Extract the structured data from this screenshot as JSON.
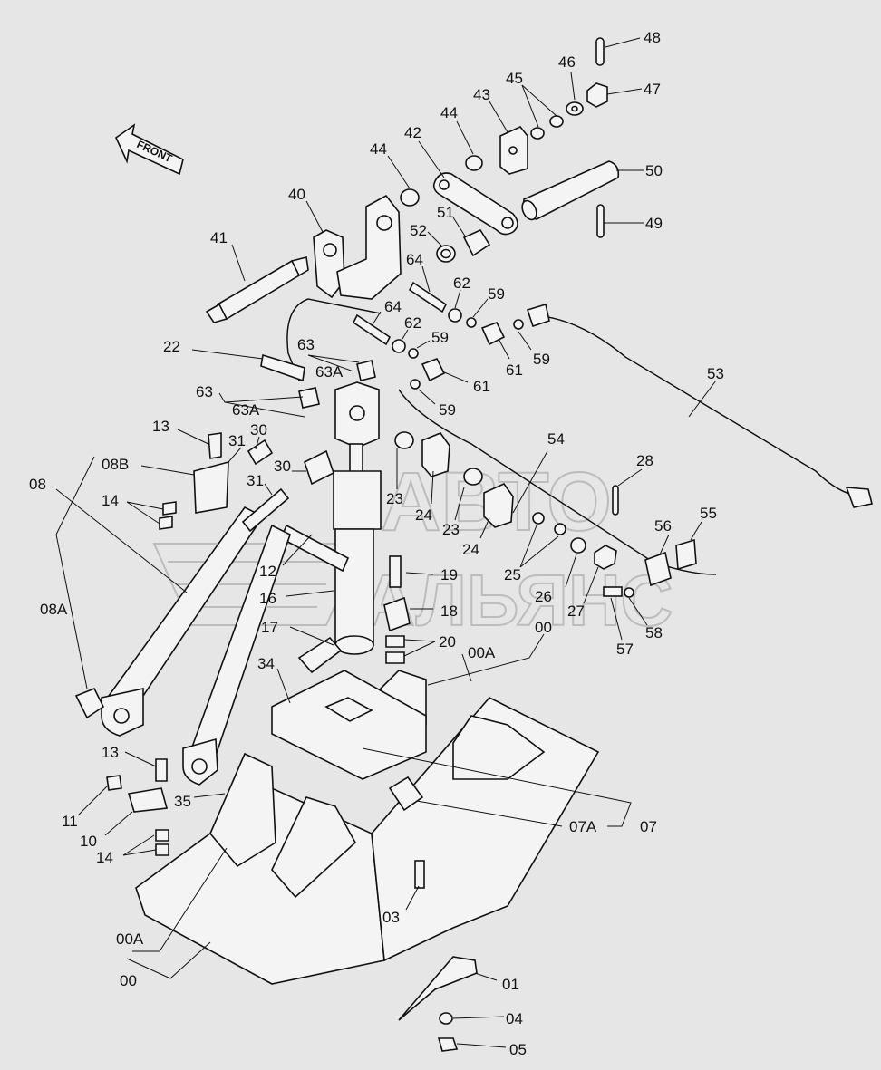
{
  "front_label": "FRONT",
  "watermark": {
    "line1": "АВТО",
    "line2": "АЛЬЯНС"
  },
  "labels": [
    {
      "id": "48",
      "text": "48"
    },
    {
      "id": "47",
      "text": "47"
    },
    {
      "id": "46",
      "text": "46"
    },
    {
      "id": "45",
      "text": "45"
    },
    {
      "id": "43",
      "text": "43"
    },
    {
      "id": "44a",
      "text": "44"
    },
    {
      "id": "42",
      "text": "42"
    },
    {
      "id": "44b",
      "text": "44"
    },
    {
      "id": "50",
      "text": "50"
    },
    {
      "id": "49",
      "text": "49"
    },
    {
      "id": "40",
      "text": "40"
    },
    {
      "id": "52",
      "text": "52"
    },
    {
      "id": "51",
      "text": "51"
    },
    {
      "id": "41",
      "text": "41"
    },
    {
      "id": "64a",
      "text": "64"
    },
    {
      "id": "62a",
      "text": "62"
    },
    {
      "id": "59a",
      "text": "59"
    },
    {
      "id": "64b",
      "text": "64"
    },
    {
      "id": "62b",
      "text": "62"
    },
    {
      "id": "59b",
      "text": "59"
    },
    {
      "id": "61a",
      "text": "61"
    },
    {
      "id": "59c",
      "text": "59"
    },
    {
      "id": "63a",
      "text": "63"
    },
    {
      "id": "63Aa",
      "text": "63A"
    },
    {
      "id": "22",
      "text": "22"
    },
    {
      "id": "61b",
      "text": "61"
    },
    {
      "id": "53",
      "text": "53"
    },
    {
      "id": "59d",
      "text": "59"
    },
    {
      "id": "63b",
      "text": "63"
    },
    {
      "id": "63Ab",
      "text": "63A"
    },
    {
      "id": "13a",
      "text": "13"
    },
    {
      "id": "30a",
      "text": "30"
    },
    {
      "id": "31a",
      "text": "31"
    },
    {
      "id": "08B",
      "text": "08B"
    },
    {
      "id": "30b",
      "text": "30"
    },
    {
      "id": "31b",
      "text": "31"
    },
    {
      "id": "08",
      "text": "08"
    },
    {
      "id": "23a",
      "text": "23"
    },
    {
      "id": "24a",
      "text": "24"
    },
    {
      "id": "54",
      "text": "54"
    },
    {
      "id": "28",
      "text": "28"
    },
    {
      "id": "14a",
      "text": "14"
    },
    {
      "id": "23b",
      "text": "23"
    },
    {
      "id": "24b",
      "text": "24"
    },
    {
      "id": "56",
      "text": "56"
    },
    {
      "id": "55",
      "text": "55"
    },
    {
      "id": "12",
      "text": "12"
    },
    {
      "id": "19",
      "text": "19"
    },
    {
      "id": "25",
      "text": "25"
    },
    {
      "id": "26",
      "text": "26"
    },
    {
      "id": "27",
      "text": "27"
    },
    {
      "id": "16",
      "text": "16"
    },
    {
      "id": "18",
      "text": "18"
    },
    {
      "id": "58",
      "text": "58"
    },
    {
      "id": "08A",
      "text": "08A"
    },
    {
      "id": "17",
      "text": "17"
    },
    {
      "id": "00a",
      "text": "00"
    },
    {
      "id": "20",
      "text": "20"
    },
    {
      "id": "57",
      "text": "57"
    },
    {
      "id": "00Aa",
      "text": "00A"
    },
    {
      "id": "34",
      "text": "34"
    },
    {
      "id": "13b",
      "text": "13"
    },
    {
      "id": "35",
      "text": "35"
    },
    {
      "id": "11",
      "text": "11"
    },
    {
      "id": "07",
      "text": "07"
    },
    {
      "id": "07A",
      "text": "07A"
    },
    {
      "id": "10",
      "text": "10"
    },
    {
      "id": "14b",
      "text": "14"
    },
    {
      "id": "03",
      "text": "03"
    },
    {
      "id": "00Ab",
      "text": "00A"
    },
    {
      "id": "00b",
      "text": "00"
    },
    {
      "id": "01",
      "text": "01"
    },
    {
      "id": "04",
      "text": "04"
    },
    {
      "id": "05",
      "text": "05"
    }
  ]
}
